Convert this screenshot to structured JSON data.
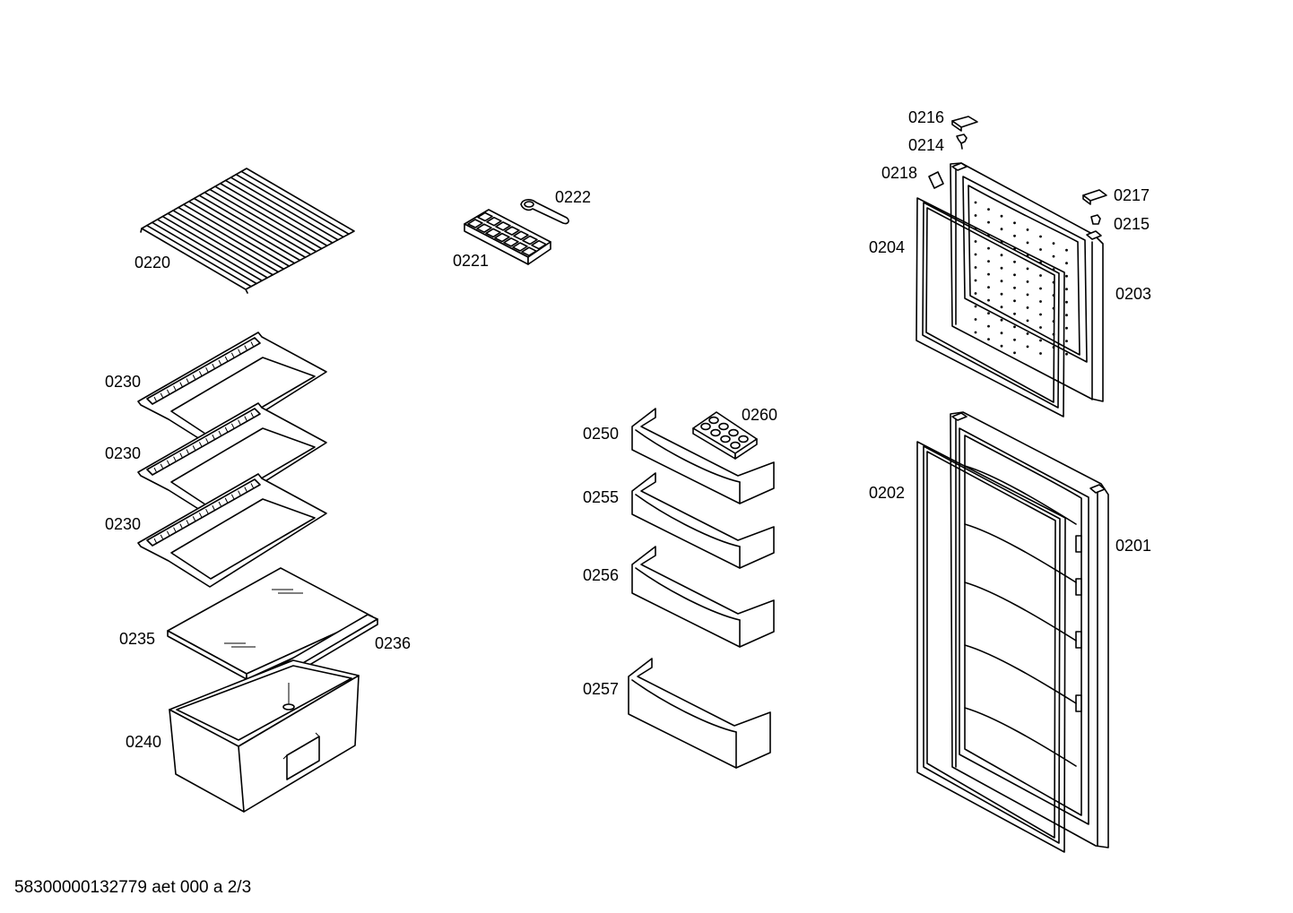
{
  "parts": {
    "p0220": "0220",
    "p0221": "0221",
    "p0222": "0222",
    "p0230a": "0230",
    "p0230b": "0230",
    "p0230c": "0230",
    "p0235": "0235",
    "p0236": "0236",
    "p0240": "0240",
    "p0250": "0250",
    "p0255": "0255",
    "p0256": "0256",
    "p0257": "0257",
    "p0260": "0260",
    "p0216": "0216",
    "p0214": "0214",
    "p0218": "0218",
    "p0217": "0217",
    "p0215": "0215",
    "p0204": "0204",
    "p0203": "0203",
    "p0202": "0202",
    "p0201": "0201"
  },
  "footer": "58300000132779 aet 000 a 2/3"
}
